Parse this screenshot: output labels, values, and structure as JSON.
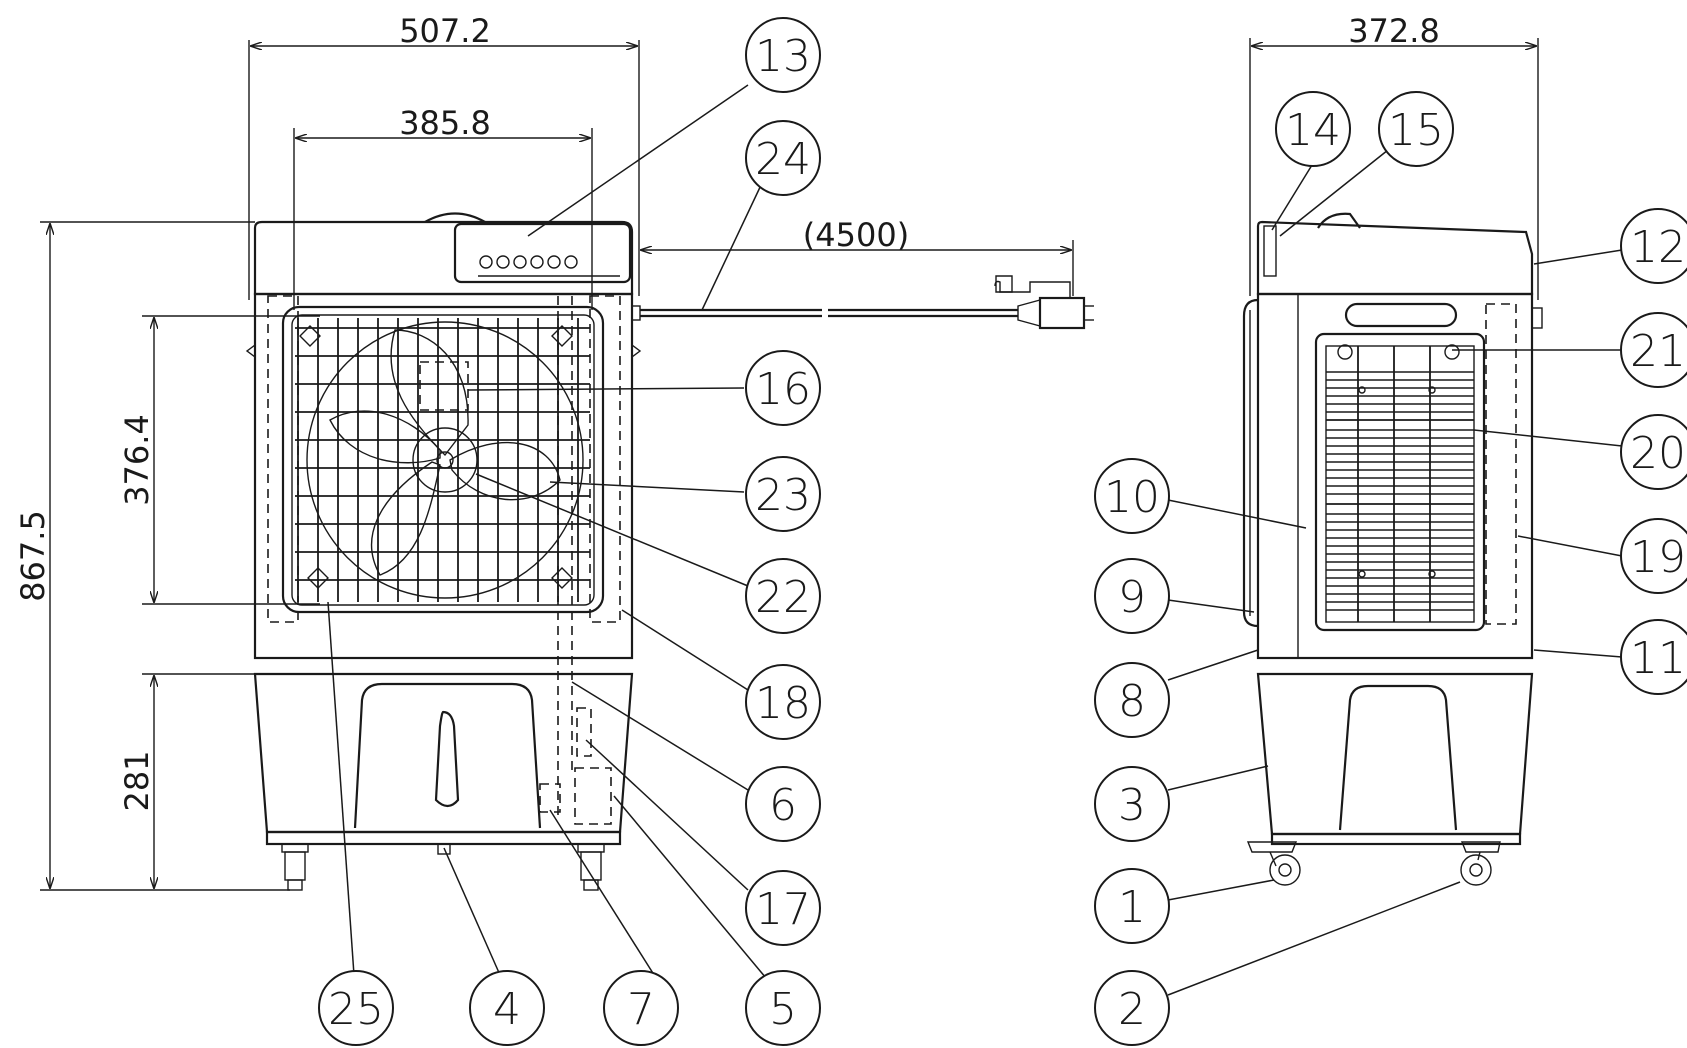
{
  "dimensions": {
    "front_width": "507.2",
    "grille_width": "385.8",
    "cord_length": "(4500)",
    "total_height": "867.5",
    "grille_height": "376.4",
    "tank_height": "281",
    "side_depth": "372.8"
  },
  "callouts": {
    "c1": "1",
    "c2": "2",
    "c3": "3",
    "c4": "4",
    "c5": "5",
    "c6": "6",
    "c7": "7",
    "c8": "8",
    "c9": "9",
    "c10": "10",
    "c11": "11",
    "c12": "12",
    "c13": "13",
    "c14": "14",
    "c15": "15",
    "c16": "16",
    "c17": "17",
    "c18": "18",
    "c19": "19",
    "c20": "20",
    "c21": "21",
    "c22": "22",
    "c23": "23",
    "c24": "24",
    "c25": "25"
  },
  "colors": {
    "line": "#1a1a1a",
    "background": "#ffffff"
  }
}
